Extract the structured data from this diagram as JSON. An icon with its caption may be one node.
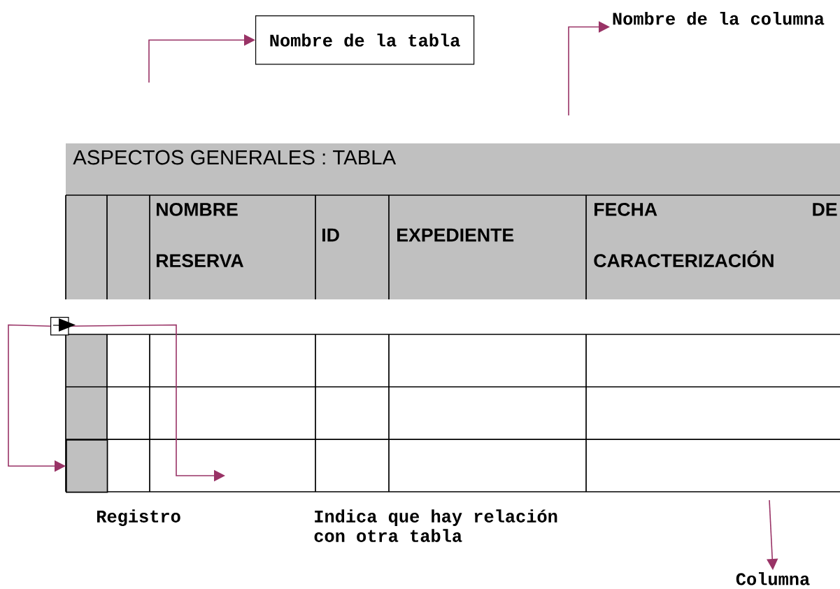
{
  "diagram": {
    "nodes": [
      {
        "text": [
          "Nombre de la tabla"
        ]
      },
      {
        "text": [
          "Nombre de la columna"
        ]
      },
      {
        "text": [],
        "shape": "box"
      },
      {
        "text": [],
        "shape": "box"
      },
      {
        "text": [
          "Columna"
        ]
      }
    ],
    "edges": [
      {
        "from": null,
        "to": 0,
        "arrow": "to"
      },
      {
        "from": null,
        "to": 1,
        "arrow": "to"
      },
      {
        "from": 2,
        "to": 3,
        "arrow": "to"
      },
      {
        "from": 2,
        "to": null,
        "arrow": "to"
      },
      {
        "from": null,
        "to": 4,
        "arrow": "to"
      }
    ],
    "labels": [
      "ASPECTOS GENERALES : TABLA",
      "NOMBRE RESERVA",
      "ID",
      "EXPEDIENTE",
      "FECHA DE CARACTERIZACIÓN",
      "Registro",
      "Indica que hay relación con otra tabla"
    ]
  }
}
